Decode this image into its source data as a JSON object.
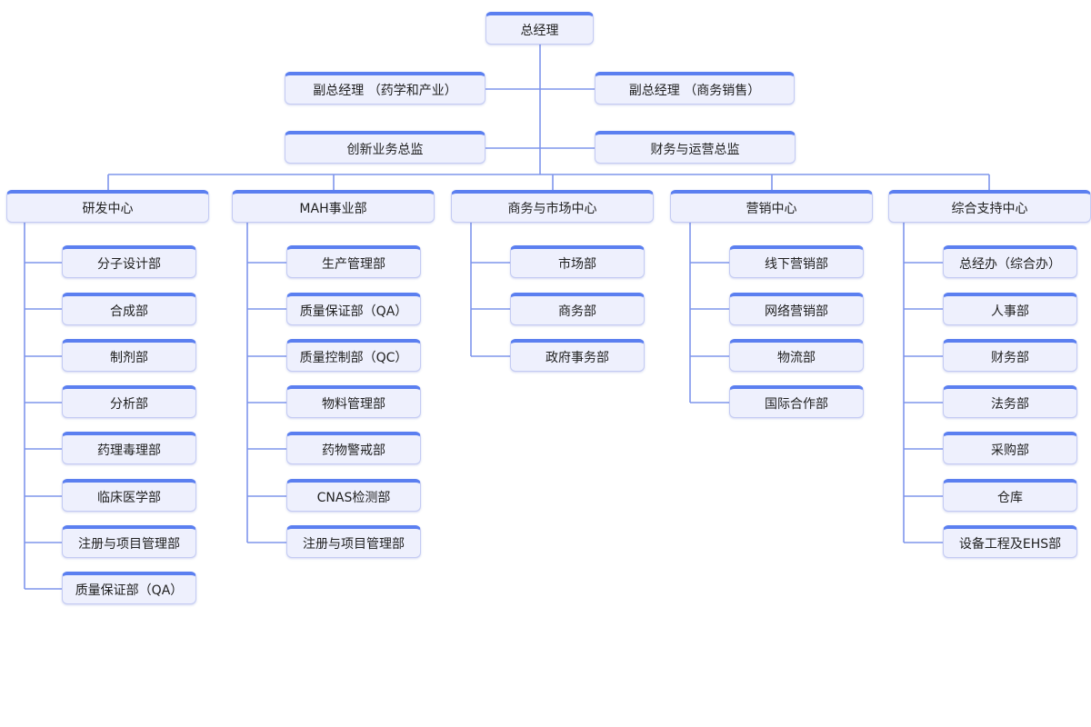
{
  "ceo": "总经理",
  "vice_presidents": [
    "副总经理 （药学和产业）",
    "副总经理 （商务销售）"
  ],
  "directors": [
    "创新业务总监",
    "财务与运营总监"
  ],
  "centers": [
    {
      "name": "研发中心",
      "departments": [
        "分子设计部",
        "合成部",
        "制剂部",
        "分析部",
        "药理毒理部",
        "临床医学部",
        "注册与项目管理部",
        "质量保证部（QA）"
      ]
    },
    {
      "name": "MAH事业部",
      "departments": [
        "生产管理部",
        "质量保证部（QA）",
        "质量控制部（QC）",
        "物料管理部",
        "药物警戒部",
        "CNAS检测部",
        "注册与项目管理部"
      ]
    },
    {
      "name": "商务与市场中心",
      "departments": [
        "市场部",
        "商务部",
        "政府事务部"
      ]
    },
    {
      "name": "营销中心",
      "departments": [
        "线下营销部",
        "网络营销部",
        "物流部",
        "国际合作部"
      ]
    },
    {
      "name": "综合支持中心",
      "departments": [
        "总经办（综合办）",
        "人事部",
        "财务部",
        "法务部",
        "采购部",
        "仓库",
        "设备工程及EHS部"
      ]
    }
  ],
  "colors": {
    "box_fill": "#eef0fd",
    "box_border": "#c4cbf3",
    "box_top": "#5b7ff0",
    "connector": "#7e95ec"
  }
}
